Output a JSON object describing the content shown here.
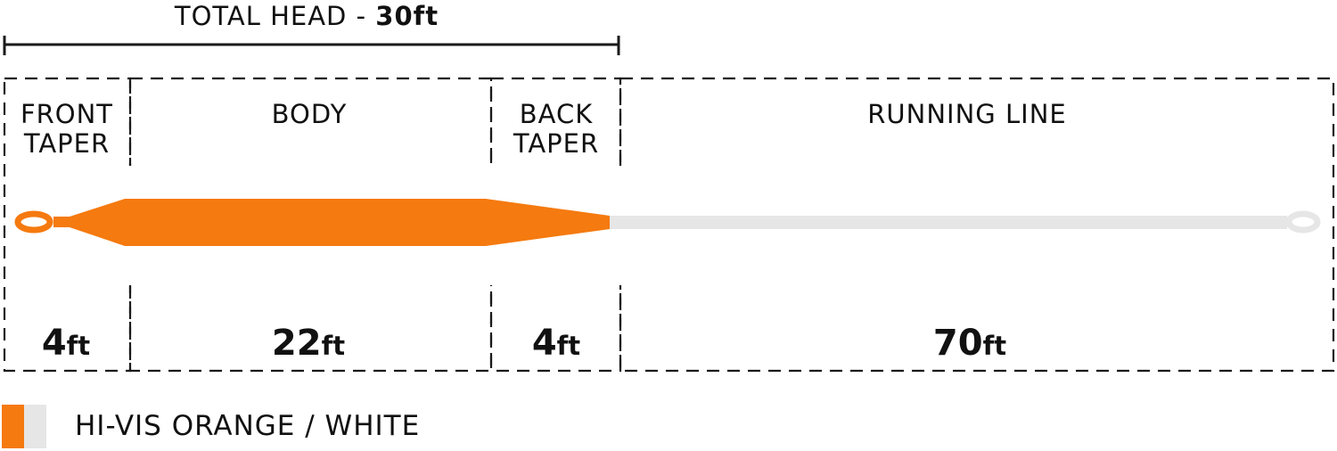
{
  "total_head": {
    "label": "TOTAL HEAD - ",
    "value": "30",
    "unit": "ft"
  },
  "sections": [
    {
      "label_line1": "FRONT",
      "label_line2": "TAPER",
      "length": "4",
      "unit": "ft"
    },
    {
      "label_line1": "BODY",
      "label_line2": "",
      "length": "22",
      "unit": "ft"
    },
    {
      "label_line1": "BACK",
      "label_line2": "TAPER",
      "length": "4",
      "unit": "ft"
    },
    {
      "label_line1": "RUNNING LINE",
      "label_line2": "",
      "length": "70",
      "unit": "ft"
    }
  ],
  "legend": {
    "label": "HI-VIS ORANGE / WHITE"
  },
  "colors": {
    "head": "#F57A0F",
    "running_line": "#E6E6E6",
    "outline": "#1a1a1a"
  }
}
